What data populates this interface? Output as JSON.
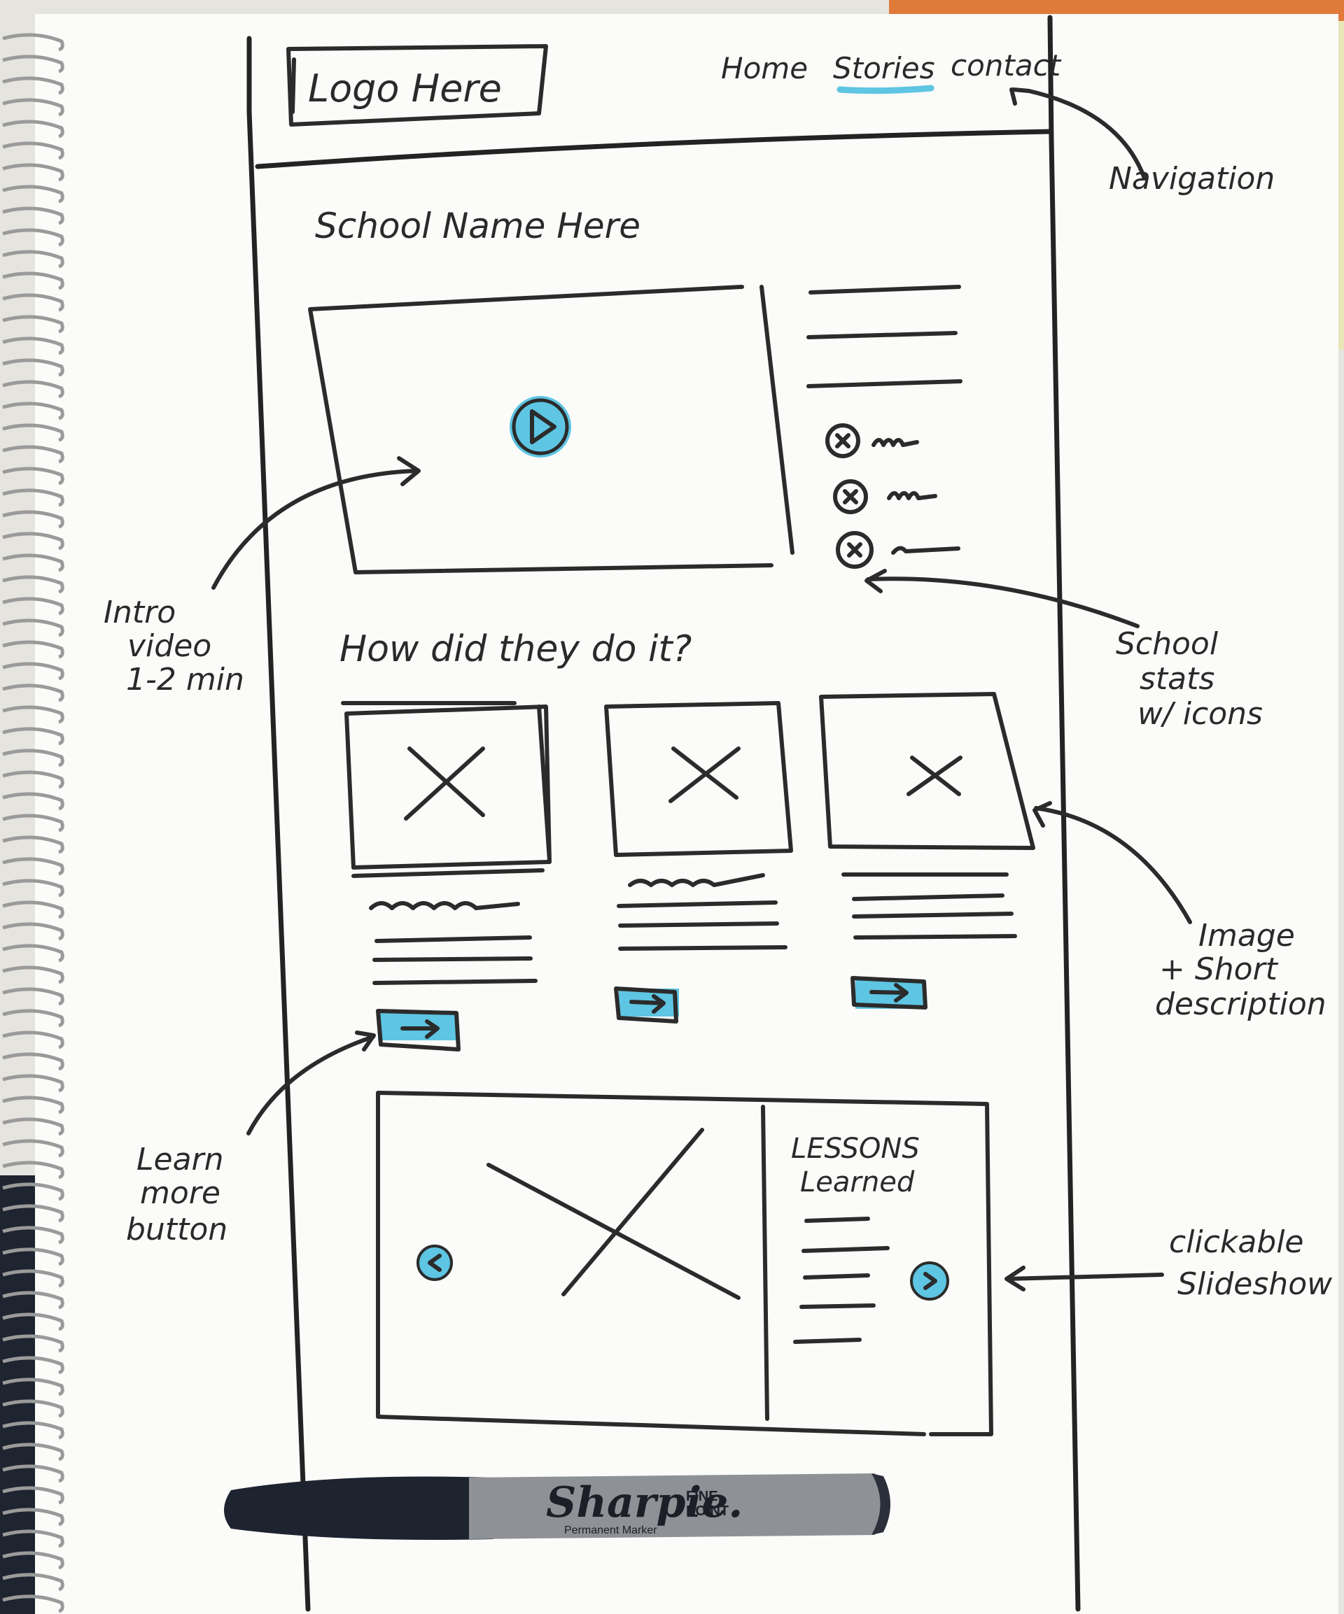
{
  "wireframe": {
    "header": {
      "logo_text": "Logo Here",
      "nav": [
        "Home",
        "Stories",
        "contact"
      ],
      "active_nav": "Stories"
    },
    "school_name": "School Name Here",
    "section_heading": "How did they do it?",
    "slideshow_heading_line1": "LESSONS",
    "slideshow_heading_line2": "Learned"
  },
  "annotations": {
    "navigation": "Navigation",
    "intro_video": [
      "Intro",
      "video",
      "1-2 min"
    ],
    "school_stats": [
      "School",
      "stats",
      "w/ icons"
    ],
    "image_desc": [
      "Image",
      "+ Short",
      "description"
    ],
    "learn_more": [
      "Learn",
      "more",
      "button"
    ],
    "slideshow": [
      "clickable",
      "Slideshow"
    ]
  },
  "marker": {
    "brand": "Sharpie.",
    "variant_line1": "FINE",
    "variant_line2": "POINT",
    "subtitle": "Permanent Marker"
  },
  "colors": {
    "paper": "#fbfbf9",
    "ink": "#2b2b2b",
    "highlight": "#5ec5e2"
  }
}
